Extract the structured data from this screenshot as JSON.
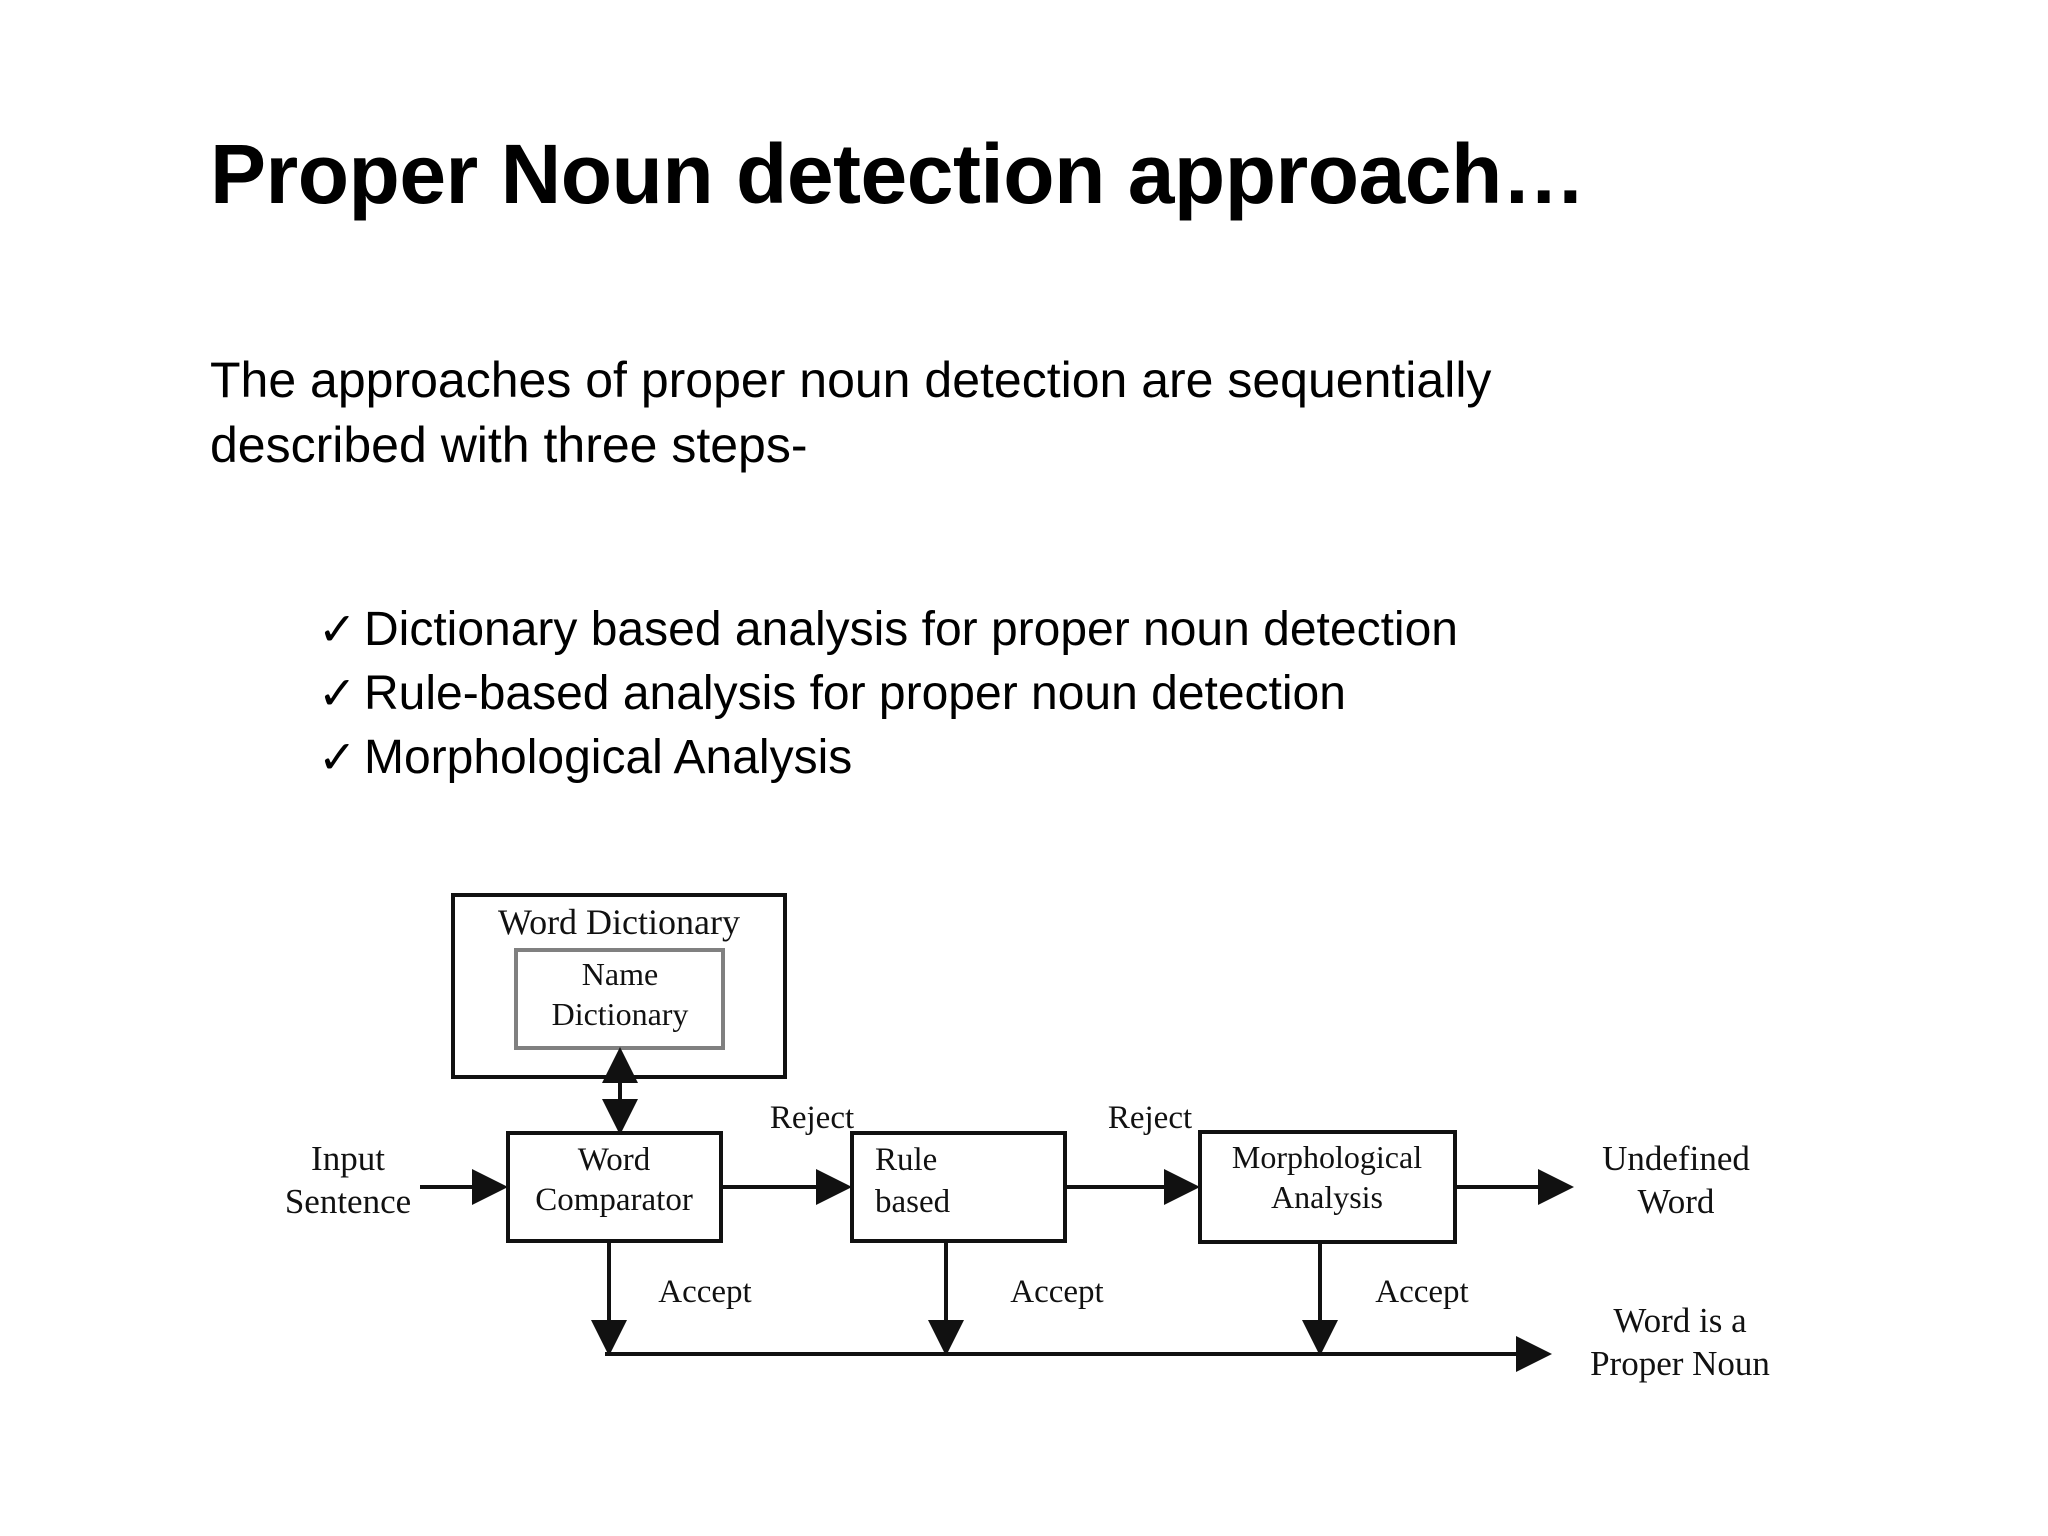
{
  "slide": {
    "title": "Proper Noun detection approach…",
    "intro": {
      "line1": "The approaches of proper noun detection are sequentially",
      "line2": "described  with three steps-"
    },
    "bullets": [
      {
        "marker": "✓",
        "text": "Dictionary based analysis for  proper noun detection"
      },
      {
        "marker": "✓",
        "text": "Rule-based analysis for  proper noun detection"
      },
      {
        "marker": "✓",
        "text": "Morphological Analysis"
      }
    ]
  },
  "diagram": {
    "type": "flowchart",
    "boxes": {
      "word_dictionary": "Word Dictionary",
      "name_dictionary_line1": "Name",
      "name_dictionary_line2": "Dictionary",
      "word_comparator_line1": "Word",
      "word_comparator_line2": "Comparator",
      "rule_based_line1": "Rule",
      "rule_based_line2": "based",
      "morphological_line1": "Morphological",
      "morphological_line2": "Analysis"
    },
    "labels": {
      "input_line1": "Input",
      "input_line2": "Sentence",
      "reject_1": "Reject",
      "reject_2": "Reject",
      "accept_1": "Accept",
      "accept_2": "Accept",
      "accept_3": "Accept",
      "undefined_line1": "Undefined",
      "undefined_line2": "Word",
      "result_line1": "Word is a",
      "result_line2": "Proper Noun"
    }
  },
  "colors": {
    "background": "#ffffff",
    "text": "#000000",
    "diagram_stroke": "#111111",
    "inner_box_stroke": "#808080"
  }
}
